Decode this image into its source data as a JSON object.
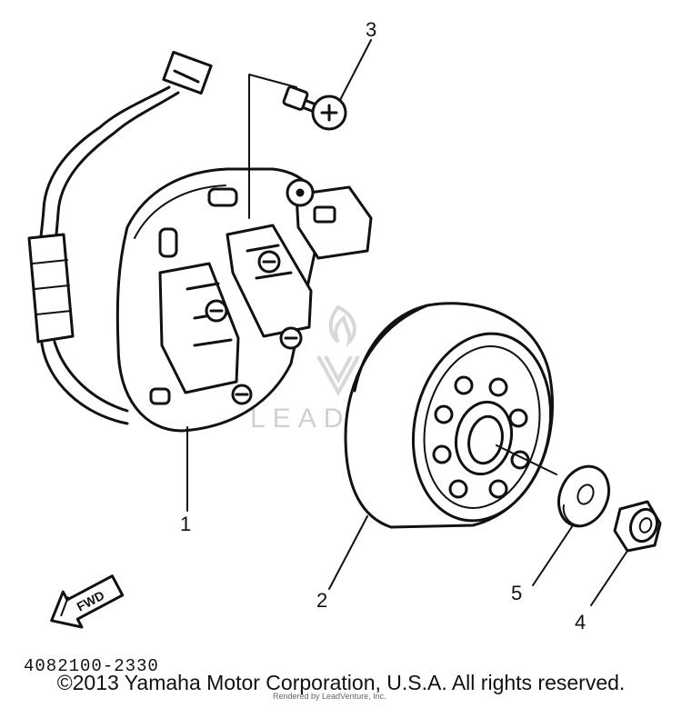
{
  "callouts": {
    "c1": "1",
    "c2": "2",
    "c3": "3",
    "c4": "4",
    "c5": "5"
  },
  "fwd_label": "FWD",
  "part_number": "4082100-2330",
  "watermark": {
    "brand": "LEADVENTURE",
    "small": "Rendered by LeadVenture, Inc."
  },
  "copyright": "©2013 Yamaha Motor Corporation, U.S.A. All rights reserved."
}
